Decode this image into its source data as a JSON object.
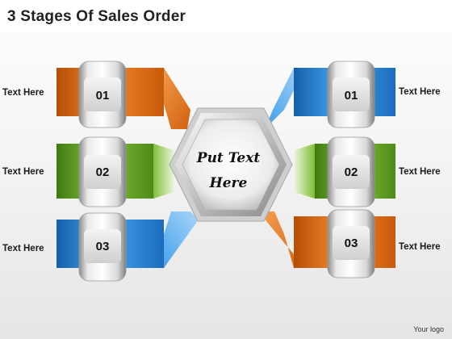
{
  "title": "3 Stages Of Sales Order",
  "center": {
    "line1": "Put Text",
    "line2": "Here"
  },
  "left_stages": [
    {
      "number": "01",
      "label": "Text Here",
      "color": "#e8731a"
    },
    {
      "number": "02",
      "label": "Text Here",
      "color": "#6ea82a"
    },
    {
      "number": "03",
      "label": "Text Here",
      "color": "#2e8fe0"
    }
  ],
  "right_stages": [
    {
      "number": "01",
      "label": "Text Here",
      "color": "#2e8fe0"
    },
    {
      "number": "02",
      "label": "Text Here",
      "color": "#6ea82a"
    },
    {
      "number": "03",
      "label": "Text Here",
      "color": "#e8731a"
    }
  ],
  "logo": "Your logo"
}
